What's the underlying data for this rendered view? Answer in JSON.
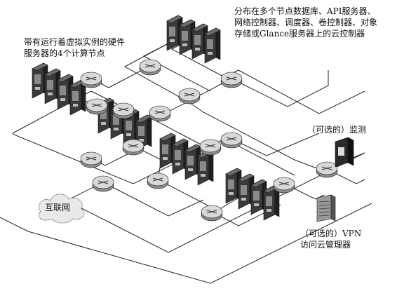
{
  "labels": {
    "controllers": "分布在多个节点数据库、API服务器、\n网络控制器、调度器、卷控制器、对象\n存储或Glance服务器上的云控制器",
    "compute_nodes": "带有运行着虚拟实例的硬件\n服务器的4个计算节点",
    "monitoring": "（可选的）监测",
    "vpn": "（可选的）VPN\n访问云管理器",
    "internet": "互联网"
  },
  "icons": {
    "server_rack": "server-rack-icon",
    "network_switch": "network-switch-icon",
    "cloud": "internet-cloud-icon",
    "monitor_server": "tower-server-icon",
    "vpn_server": "vpn-server-icon"
  },
  "colors": {
    "line": "#222222",
    "server_dark": "#3a3a3a",
    "server_light": "#8a8a8a",
    "switch_top": "#d8d8d8",
    "switch_side": "#8c8c8c"
  }
}
